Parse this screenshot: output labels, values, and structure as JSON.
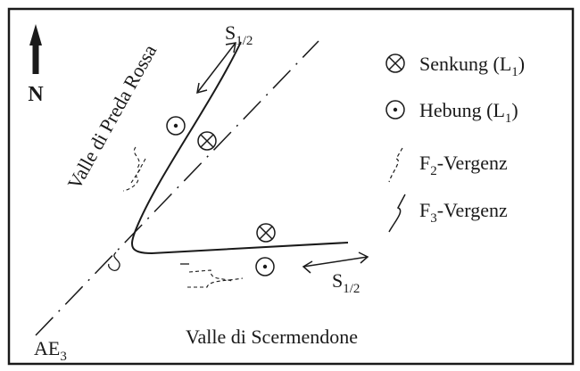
{
  "north_label": "N",
  "valleys": {
    "preda_rossa": "Valle di Preda Rossa",
    "scermendone": "Valle di Scermendone"
  },
  "surface_labels": [
    {
      "base": "S",
      "sub": "1/2"
    },
    {
      "base": "S",
      "sub": "1/2"
    }
  ],
  "axis_label": {
    "base": "AE",
    "sub": "3"
  },
  "legend": [
    {
      "symbol": "cross-circle",
      "text": "Senkung (L",
      "sub": "1",
      "tail": ")"
    },
    {
      "symbol": "dot-circle",
      "text": "Hebung (L",
      "sub": "1",
      "tail": ")"
    },
    {
      "symbol": "f2-squiggle",
      "text": "F",
      "sub": "2",
      "tail": "-Vergenz"
    },
    {
      "symbol": "f3-squiggle",
      "text": "F",
      "sub": "3",
      "tail": "-Vergenz"
    }
  ]
}
